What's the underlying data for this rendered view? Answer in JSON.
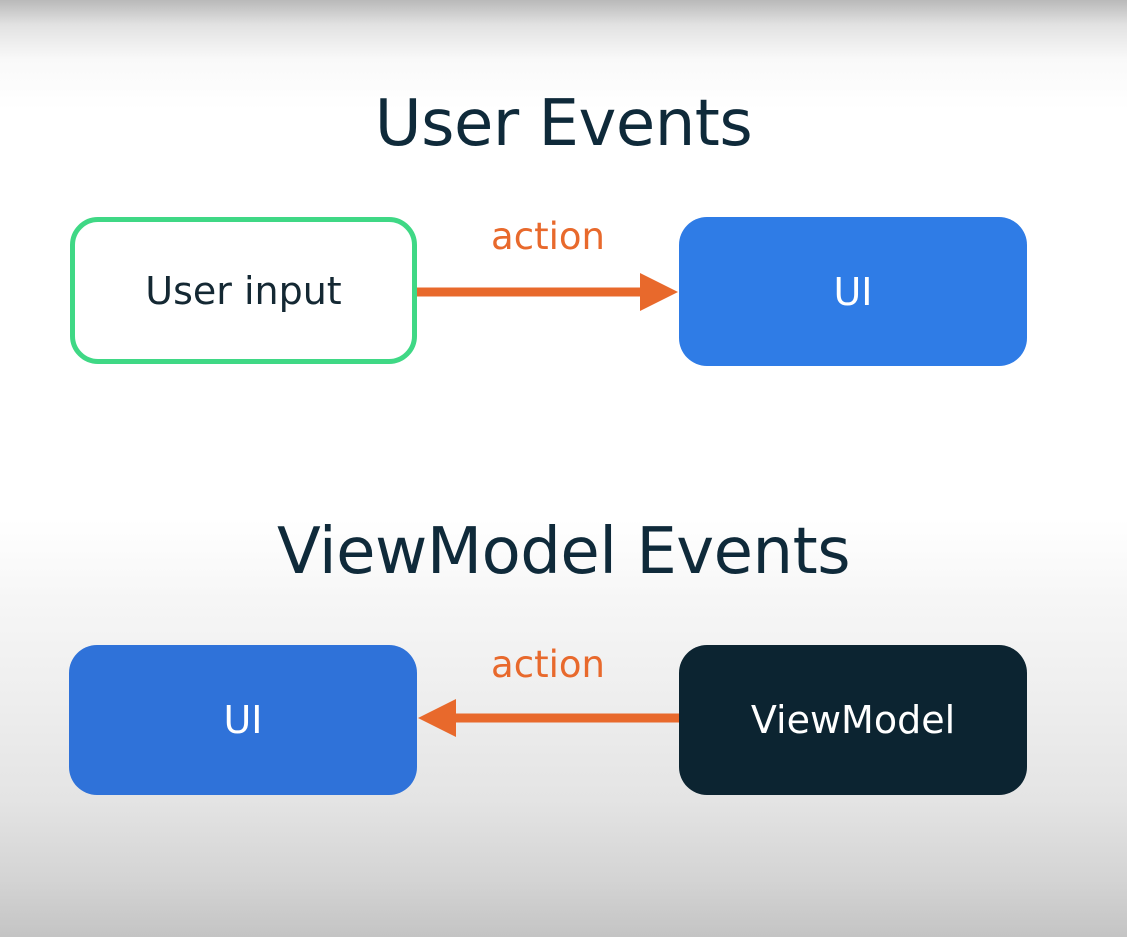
{
  "sections": {
    "user_events": {
      "title": "User Events",
      "source_label": "User input",
      "target_label": "UI",
      "edge_label": "action"
    },
    "viewmodel_events": {
      "title": "ViewModel Events",
      "source_label": "ViewModel",
      "target_label": "UI",
      "edge_label": "action"
    }
  },
  "colors": {
    "title_text": "#0f2a3a",
    "user_input_border": "#3fd885",
    "ui_box": "#2f7ce6",
    "viewmodel_box": "#0c2431",
    "arrow": "#e8692c"
  }
}
